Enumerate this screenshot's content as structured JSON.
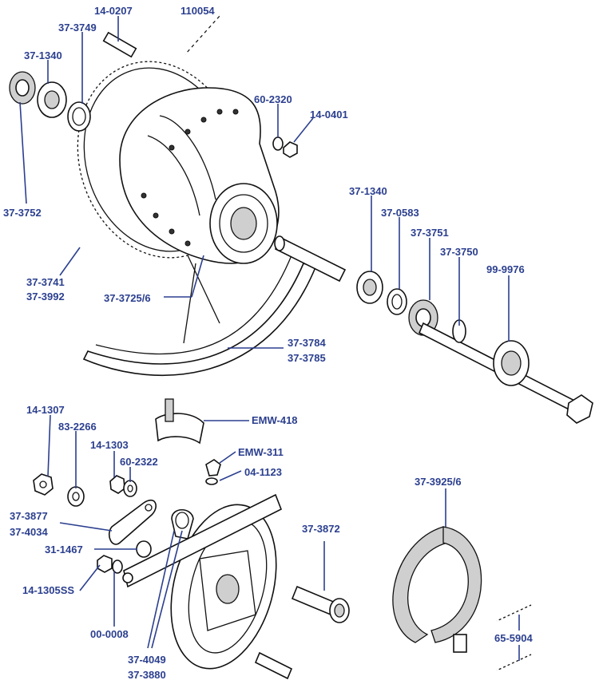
{
  "diagram": {
    "labels": [
      {
        "id": "l1",
        "text": "14-0207"
      },
      {
        "id": "l2",
        "text": "110054"
      },
      {
        "id": "l3",
        "text": "37-3749"
      },
      {
        "id": "l4",
        "text": "37-1340"
      },
      {
        "id": "l5",
        "text": "60-2320"
      },
      {
        "id": "l6",
        "text": "14-0401"
      },
      {
        "id": "l7",
        "text": "37-1340"
      },
      {
        "id": "l8",
        "text": "37-0583"
      },
      {
        "id": "l9",
        "text": "37-3751"
      },
      {
        "id": "l10",
        "text": "37-3750"
      },
      {
        "id": "l11",
        "text": "99-9976"
      },
      {
        "id": "l12",
        "text": "37-3752"
      },
      {
        "id": "l13",
        "text": "37-3741"
      },
      {
        "id": "l14",
        "text": "37-3992"
      },
      {
        "id": "l15",
        "text": "37-3725/6"
      },
      {
        "id": "l16",
        "text": "37-3784"
      },
      {
        "id": "l17",
        "text": "37-3785"
      },
      {
        "id": "l18",
        "text": "EMW-418"
      },
      {
        "id": "l19",
        "text": "14-1307"
      },
      {
        "id": "l20",
        "text": "83-2266"
      },
      {
        "id": "l21",
        "text": "14-1303"
      },
      {
        "id": "l22",
        "text": "60-2322"
      },
      {
        "id": "l23",
        "text": "EMW-311"
      },
      {
        "id": "l24",
        "text": "04-1123"
      },
      {
        "id": "l25",
        "text": "37-3925/6"
      },
      {
        "id": "l26",
        "text": "37-3877"
      },
      {
        "id": "l27",
        "text": "37-4034"
      },
      {
        "id": "l28",
        "text": "37-3872"
      },
      {
        "id": "l29",
        "text": "31-1467"
      },
      {
        "id": "l30",
        "text": "14-1305SS"
      },
      {
        "id": "l31",
        "text": "00-0008"
      },
      {
        "id": "l32",
        "text": "65-5904"
      },
      {
        "id": "l33",
        "text": "37-4049"
      },
      {
        "id": "l34",
        "text": "37-3880"
      }
    ],
    "label_color": "#2b3f8f"
  }
}
